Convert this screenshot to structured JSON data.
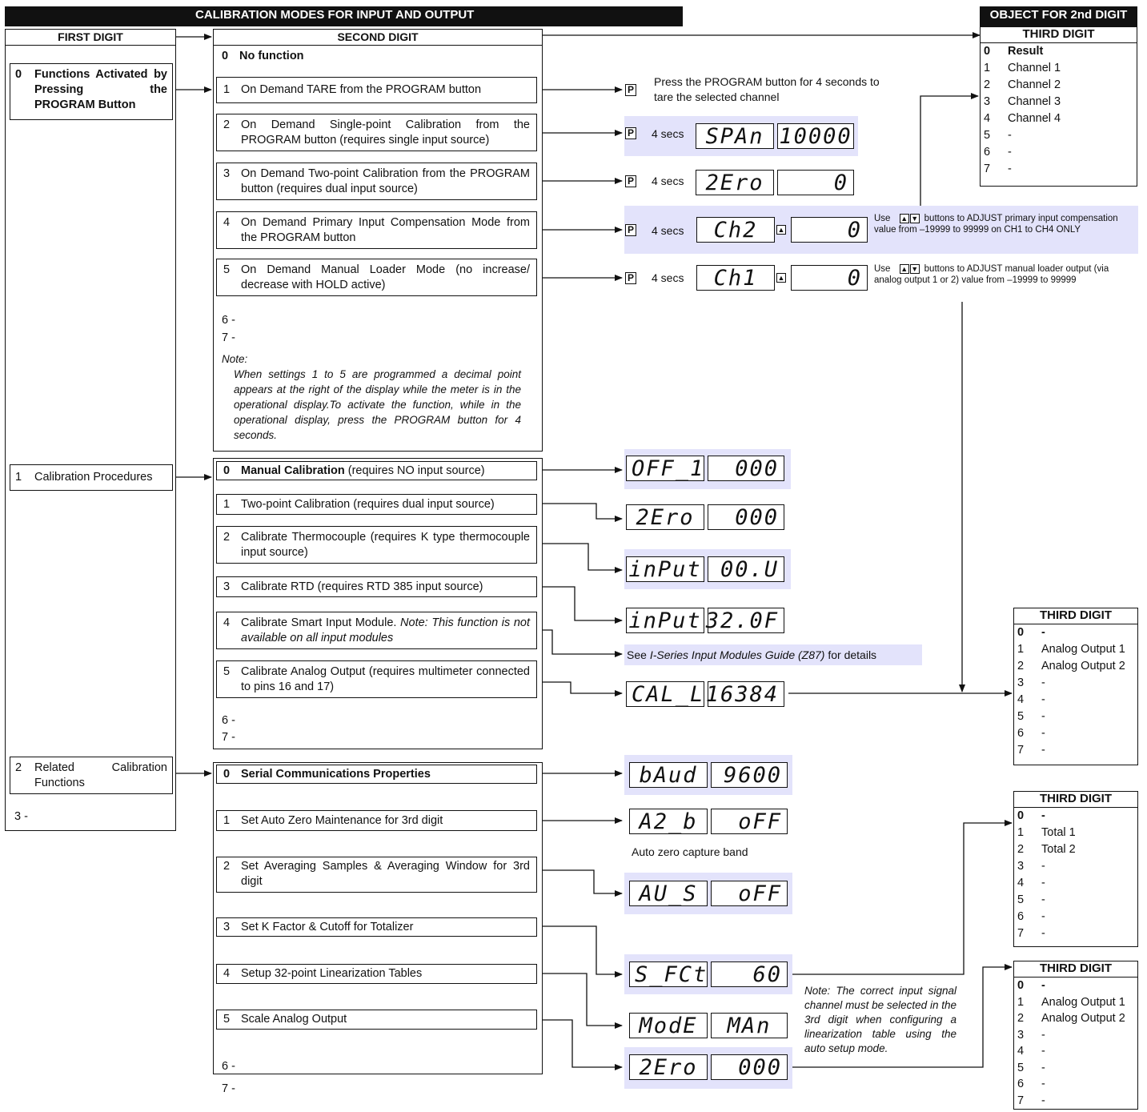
{
  "title": "CALIBRATION MODES FOR INPUT AND OUTPUT",
  "object_title": "OBJECT FOR 2nd DIGIT",
  "first_digit": {
    "header": "FIRST DIGIT",
    "item0_num": "0",
    "item0_text": "Functions Activated by Pressing the PROGRAM Button",
    "item1_num": "1",
    "item1_text": "Calibration Procedures",
    "item2_num": "2",
    "item2_text": "Related Calibration Functions",
    "item3": "3  -"
  },
  "second_digit": {
    "header": "SECOND DIGIT",
    "g0": {
      "i0_num": "0",
      "i0_text": "No function",
      "i1_num": "1",
      "i1_text": "On Demand TARE from the PROGRAM button",
      "i2_num": "2",
      "i2_text": "On Demand Single-point Calibration from the PROGRAM button (requires single input source)",
      "i3_num": "3",
      "i3_text": "On Demand Two-point Calibration from the PROGRAM button (requires dual input source)",
      "i4_num": "4",
      "i4_text": "On Demand Primary Input Compensation Mode from the PROGRAM button",
      "i5_num": "5",
      "i5_text": "On Demand Manual Loader Mode (no increase/ decrease with HOLD active)",
      "i6": "6  -",
      "i7": "7  -",
      "note_label": "Note:",
      "note_text": "When settings 1 to 5 are programmed a decimal point appears at the right of the display while the meter is in the operational display.To activate the function, while in the operational display, press the PROGRAM button for 4 seconds."
    },
    "g1": {
      "i0_num": "0",
      "i0_bold": "Manual Calibration",
      "i0_rest": " (requires NO input source)",
      "i1_num": "1",
      "i1_text": "Two-point Calibration (requires dual input source)",
      "i2_num": "2",
      "i2_text": "Calibrate Thermocouple (requires K type thermocouple input source)",
      "i3_num": "3",
      "i3_text": "Calibrate RTD (requires RTD 385 input source)",
      "i4_num": "4",
      "i4_text": "Calibrate Smart Input Module. ",
      "i4_note": "Note: This function is not available on all input modules",
      "i5_num": "5",
      "i5_text": "Calibrate Analog Output (requires multimeter connected to pins 16 and 17)",
      "i6": "6  -",
      "i7": "7  -"
    },
    "g2": {
      "i0_num": "0",
      "i0_text": "Serial Communications Properties",
      "i1_num": "1",
      "i1_text": "Set Auto Zero Maintenance for 3rd digit",
      "i2_num": "2",
      "i2_text": "Set Averaging Samples & Averaging Window for 3rd digit",
      "i3_num": "3",
      "i3_text": "Set K Factor & Cutoff for Totalizer",
      "i4_num": "4",
      "i4_text": "Setup 32-point Linearization Tables",
      "i5_num": "5",
      "i5_text": "Scale Analog Output",
      "i6": "6  -",
      "i7": "7  -"
    }
  },
  "displays": {
    "p_label": "P",
    "secs": "4 secs",
    "tare_text": "Press the PROGRAM button for 4 seconds to tare the selected channel",
    "d1a": "SPAn",
    "d1b": "10000",
    "d2a": "2Ero",
    "d2b": "0",
    "d3a": "Ch2",
    "d3b": "0",
    "d3_text_use": "Use",
    "d3_text": "buttons to ADJUST primary input compensation value from –19999 to 99999 on CH1 to CH4 ONLY",
    "d4a": "Ch1",
    "d4b": "0",
    "d4_text_use": "Use",
    "d4_text": "buttons to ADJUST manual loader output (via analog output 1 or 2) value from –19999 to 99999",
    "e0a": "OFF_1",
    "e0b": "000",
    "e1a": "2Ero",
    "e1b": "000",
    "e2a": "inPut",
    "e2b": "00.U",
    "e3a": "inPut",
    "e3b": "32.0F",
    "e4_prefix": "See ",
    "e4_italic": "I-Series Input Modules Guide (Z87)",
    "e4_suffix": " for details",
    "e5a": "CAL_L",
    "e5b": "16384",
    "f0a": "bAud",
    "f0b": "9600",
    "f1a": "A2_b",
    "f1b": "oFF",
    "f1_caption": "Auto zero capture band",
    "f2a": "AU_S",
    "f2b": "oFF",
    "f3a": "S_FCt",
    "f3b": "60",
    "f4a": "ModE",
    "f4b": "MAn",
    "f5a": "2Ero",
    "f5b": "000",
    "lin_note": "Note: The correct input signal channel must be selected in the 3rd digit when configuring a linearization table using the auto setup mode."
  },
  "third_digit_tables": [
    {
      "header": "THIRD DIGIT",
      "rows": [
        {
          "n": "0",
          "t": "Result"
        },
        {
          "n": "1",
          "t": "Channel 1"
        },
        {
          "n": "2",
          "t": "Channel 2"
        },
        {
          "n": "3",
          "t": "Channel 3"
        },
        {
          "n": "4",
          "t": "Channel 4"
        },
        {
          "n": "5",
          "t": "-"
        },
        {
          "n": "6",
          "t": "-"
        },
        {
          "n": "7",
          "t": "-"
        }
      ]
    },
    {
      "header": "THIRD DIGIT",
      "rows": [
        {
          "n": "0",
          "t": "-"
        },
        {
          "n": "1",
          "t": "Analog Output 1"
        },
        {
          "n": "2",
          "t": "Analog Output 2"
        },
        {
          "n": "3",
          "t": "-"
        },
        {
          "n": "4",
          "t": "-"
        },
        {
          "n": "5",
          "t": "-"
        },
        {
          "n": "6",
          "t": "-"
        },
        {
          "n": "7",
          "t": "-"
        }
      ]
    },
    {
      "header": "THIRD DIGIT",
      "rows": [
        {
          "n": "0",
          "t": "-"
        },
        {
          "n": "1",
          "t": "Total 1"
        },
        {
          "n": "2",
          "t": "Total 2"
        },
        {
          "n": "3",
          "t": "-"
        },
        {
          "n": "4",
          "t": "-"
        },
        {
          "n": "5",
          "t": "-"
        },
        {
          "n": "6",
          "t": "-"
        },
        {
          "n": "7",
          "t": "-"
        }
      ]
    },
    {
      "header": "THIRD DIGIT",
      "rows": [
        {
          "n": "0",
          "t": "-"
        },
        {
          "n": "1",
          "t": "Analog Output 1"
        },
        {
          "n": "2",
          "t": "Analog Output 2"
        },
        {
          "n": "3",
          "t": "-"
        },
        {
          "n": "4",
          "t": "-"
        },
        {
          "n": "5",
          "t": "-"
        },
        {
          "n": "6",
          "t": "-"
        },
        {
          "n": "7",
          "t": "-"
        }
      ]
    }
  ]
}
